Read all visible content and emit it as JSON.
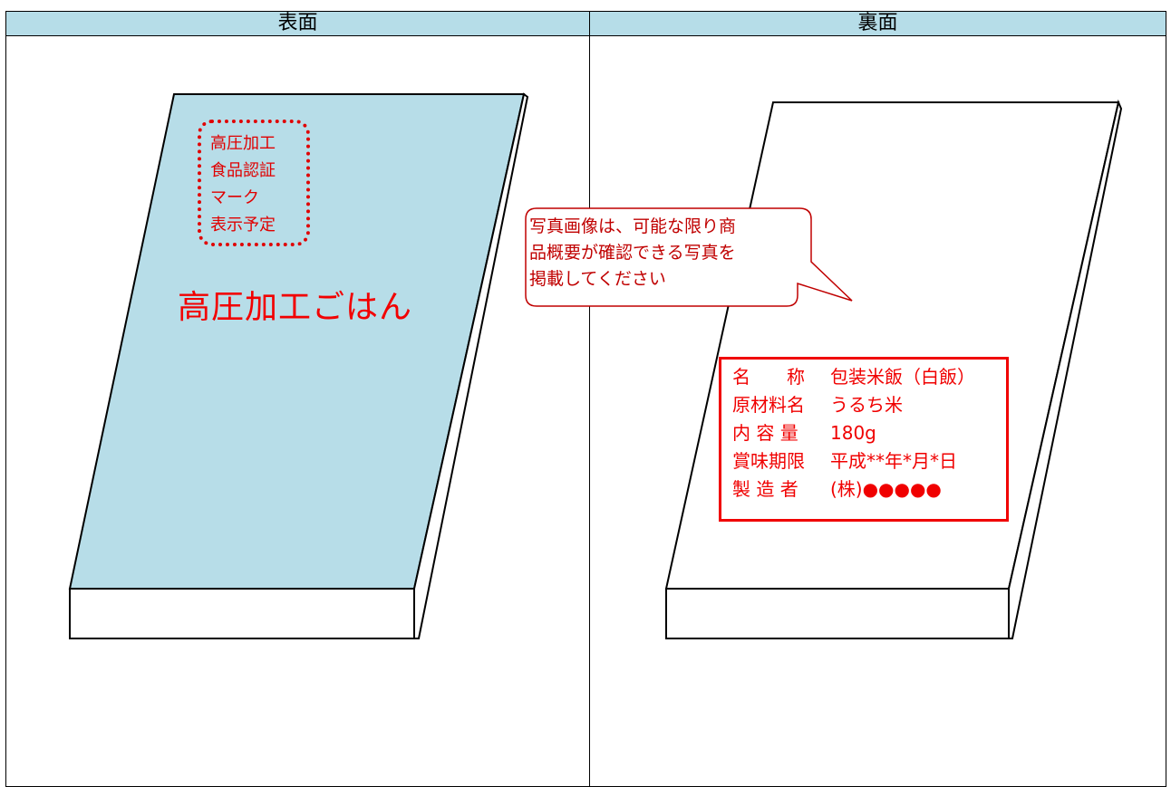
{
  "header": {
    "front": "表面",
    "back": "裏面"
  },
  "top_fragment": "… …",
  "front": {
    "mark_lines": [
      "高圧加工",
      "食品認証",
      "マーク",
      "表示予定"
    ],
    "product_name": "高圧加工ごはん",
    "package_color": "#b7dde8"
  },
  "callout": {
    "lines": [
      "写真画像は、可能な限り商",
      "品概要が確認できる写真を",
      "掲載してください"
    ]
  },
  "back": {
    "label_rows": [
      {
        "key": "名　　称",
        "value": "包装米飯（白飯）"
      },
      {
        "key": "原材料名",
        "value": "うるち米"
      },
      {
        "key": "内 容 量",
        "value": "180g"
      },
      {
        "key": "賞味期限",
        "value": "平成**年*月*日"
      },
      {
        "key": "製 造 者",
        "value": "(株)●●●●●"
      }
    ]
  }
}
